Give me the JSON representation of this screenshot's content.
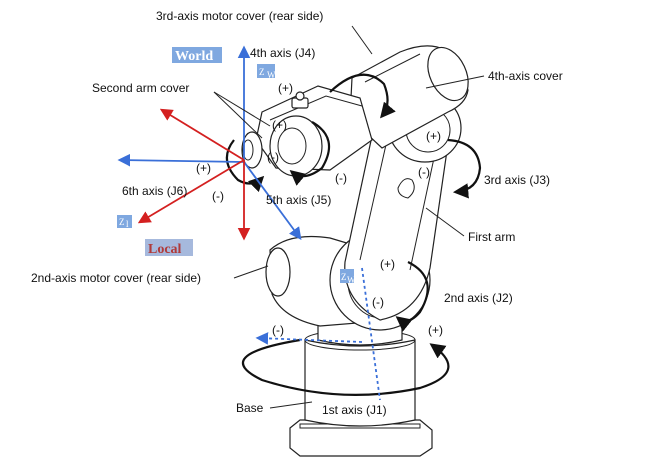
{
  "labels": {
    "motor3_cover": "3rd-axis motor cover (rear side)",
    "axis4": "4th axis (J4)",
    "cover4": "4th-axis cover",
    "second_arm_cover": "Second arm cover",
    "axis5": "5th axis (J5)",
    "axis6": "6th axis (J6)",
    "axis3": "3rd axis (J3)",
    "first_arm": "First arm",
    "motor2_cover": "2nd-axis motor cover (rear side)",
    "axis2": "2nd axis (J2)",
    "base": "Base",
    "axis1": "1st axis (J1)"
  },
  "frames": {
    "world": "World",
    "local": "Local",
    "zw_main": "Z",
    "zw_sub": "W",
    "zl_main": "Z",
    "zl_sub": "l"
  },
  "signs": {
    "plus": "(+)",
    "minus": "(-)"
  },
  "colors": {
    "world_axis": "#3a6fd8",
    "local_axis": "#d42020",
    "world_label_bg": "#7fa8e0",
    "world_label_text": "#2456b8",
    "local_label_bg": "#a6b9dd",
    "local_label_text": "#b03a3a",
    "z_badge_bg": "#7fa8e0"
  }
}
